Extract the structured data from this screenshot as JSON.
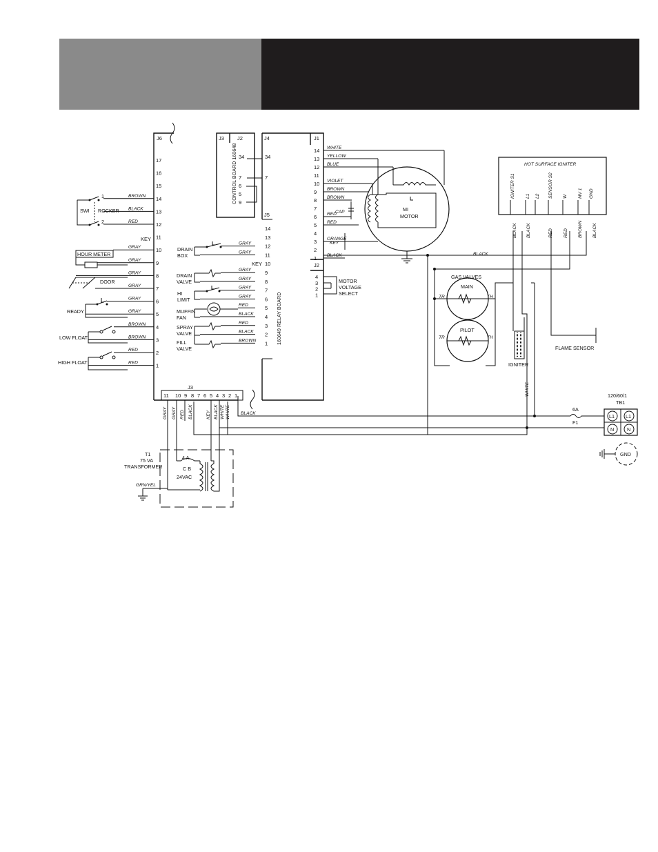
{
  "header": {
    "left_color": "#8a8a8a",
    "right_color": "#1f1c1d"
  },
  "connectors": {
    "j6": "J6",
    "j3_top": "J3",
    "j2_top": "J2",
    "j4": "J4",
    "j5": "J5",
    "j1": "J1",
    "j2_right": "J2",
    "j3_bottom": "J3"
  },
  "boards": {
    "control": "CONTROL BOARD 160648",
    "relay": "160649 RELAY BOARD"
  },
  "j6_pins": [
    "17",
    "16",
    "15",
    "14",
    "13",
    "12",
    "11",
    "10",
    "9",
    "8",
    "7",
    "6",
    "5",
    "4",
    "3",
    "2",
    "1"
  ],
  "j6_key": "KEY",
  "j2_pins": [
    "34",
    "7",
    "6",
    "5",
    "9"
  ],
  "j4_pins": [
    "34",
    "7"
  ],
  "j5_pins": [
    "14",
    "13",
    "12",
    "11",
    "10",
    "9",
    "8",
    "7",
    "6",
    "5",
    "4",
    "3",
    "2",
    "1"
  ],
  "j5_key": "KEY",
  "j1_pins": [
    "14",
    "13",
    "12",
    "11",
    "10",
    "9",
    "8",
    "7",
    "6",
    "5",
    "4",
    "3",
    "2",
    "1"
  ],
  "j2r_pins": [
    "4",
    "3",
    "2",
    "1"
  ],
  "j3b_pins": [
    "11",
    "10",
    "9",
    "8",
    "7",
    "6",
    "5",
    "4",
    "3",
    "2",
    "1"
  ],
  "left_devices": {
    "swi": "SWI",
    "rocker": "ROCKER",
    "sw1": "1",
    "sw2": "2",
    "hour_meter": "HOUR METER",
    "door": "DOOR",
    "ready": "READY",
    "low_float": "LOW FLOAT",
    "high_float": "HIGH FLOAT"
  },
  "left_wires": {
    "p14": "BROWN",
    "p13": "BLACK",
    "p12": "RED",
    "p10": "GRAY",
    "p9": "GRAY",
    "p8": "GRAY",
    "p7": "GRAY",
    "p6": "GRAY",
    "p5": "GRAY",
    "p4": "BROWN",
    "p3": "BROWN",
    "p2": "RED",
    "p1": "RED"
  },
  "relay_devices": {
    "drain_box_1": "DRAIN",
    "drain_box_2": "BOX",
    "drain_valve_1": "DRAIN",
    "drain_valve_2": "VALVE",
    "hi_limit_1": "HI",
    "hi_limit_2": "LIMIT",
    "muffin_fan_1": "MUFFIN",
    "muffin_fan_2": "FAN",
    "spray_valve_1": "SPRAY",
    "spray_valve_2": "VALVE",
    "fill_valve_1": "FILL",
    "fill_valve_2": "VALVE"
  },
  "relay_wires": {
    "p12": "GRAY",
    "p11": "GRAY",
    "p9": "GRAY",
    "p8": "GRAY",
    "p7": "GRAY",
    "p6": "GRAY",
    "p5": "RED",
    "p4": "BLACK",
    "p3": "RED",
    "p2": "BLACK",
    "p1": "BROWN"
  },
  "motor_wires": {
    "p14": "WHITE",
    "p13": "YELLOW",
    "p12": "BLUE",
    "p10": "VIOLET",
    "p9": "BROWN",
    "p8": "BROWN",
    "p6": "RED",
    "p5": "RED",
    "p3": "ORANGE",
    "key": "KEY",
    "p1": "BLACK",
    "cap": "CAP"
  },
  "motor": {
    "name1": "MI",
    "name2": "MOTOR"
  },
  "motor_select": {
    "l1": "MOTOR",
    "l2": "VOLTAGE",
    "l3": "SELECT"
  },
  "igniter_box": {
    "title": "HOT SURFACE IGNITER",
    "terminals": [
      "IGNITER S1",
      "L1",
      "L2",
      "SENSOR S2",
      "W",
      "MV 1",
      "GND"
    ],
    "wires": [
      "BLACK",
      "BLACK",
      "RED",
      "RED",
      "BROWN",
      "BLACK"
    ]
  },
  "gas_valves": {
    "title": "GAS VALVES",
    "main": "MAIN",
    "pilot": "PILOT",
    "tr": "TR",
    "th": "TH"
  },
  "misc": {
    "black_top": "BLACK",
    "igniter": "IGNITER",
    "white": "WHITE",
    "flame_sensor": "FLAME SENSOR",
    "fuse_a": "6A",
    "fuse_f": "F1",
    "supply": "120/60/1",
    "tb": "TB1",
    "l1": "L1",
    "n": "N",
    "gnd": "GND",
    "bottom_black": "BLACK"
  },
  "j3_wires": [
    "GRAY",
    "GRAY",
    "RED",
    "BLACK",
    "KEY",
    "BLACK",
    "WHITE",
    "WHITE"
  ],
  "transformer": {
    "t1": "T1",
    "va": "75 VA",
    "name": "TRANSFORMER",
    "cb_a": "4 A",
    "cb": "C B",
    "vac": "24VAC",
    "grn": "GRN/YEL"
  }
}
